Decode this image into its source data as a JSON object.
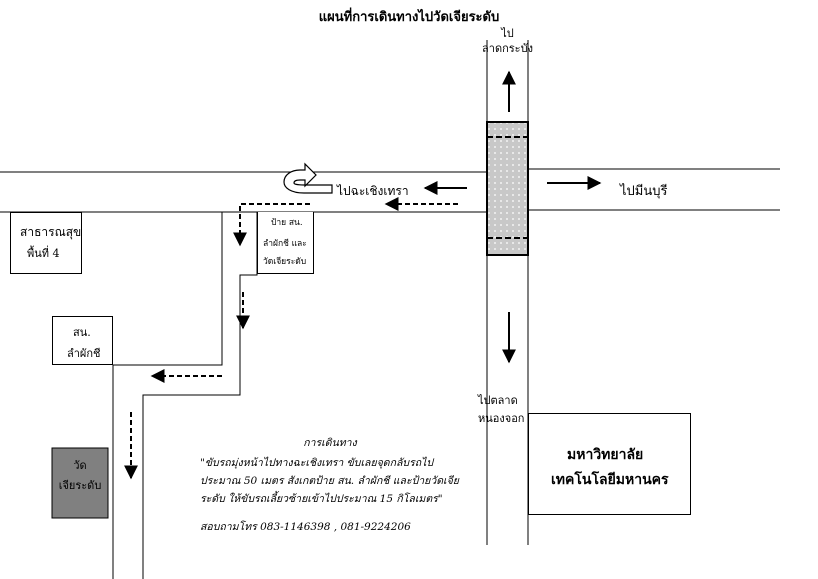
{
  "title": "แผนที่การเดินทางไปวัดเจียระดับ",
  "labels": {
    "to_north": [
      "ไป",
      "ลาดกระบัง"
    ],
    "to_east": "ไปมีนบุรี",
    "to_west": "ไปฉะเชิงเทรา",
    "to_south": [
      "ไปตลาด",
      "หนองจอก"
    ]
  },
  "places": {
    "health_center": [
      "สาธารณสุข",
      "พื้นที่ 4"
    ],
    "sign": [
      "ป้าย สน.",
      "ลำผักชี และ",
      "วัดเจียระดับ"
    ],
    "police_station": [
      "สน.",
      "ลำผักชี"
    ],
    "temple": [
      "วัด",
      "เจียระดับ"
    ],
    "university": [
      "มหาวิทยาลัย",
      "เทคโนโลยีมหานคร"
    ]
  },
  "directions": {
    "heading": "การเดินทาง",
    "lines": [
      "\"ขับรถมุ่งหน้าไปทางฉะเชิงเทรา ขับเลยจุดกลับรถไป",
      "ประมาณ 50 เมตร สังเกตป้าย สน. ลำผักชี และป้ายวัดเจีย",
      "ระดับ ให้ขับรถเลี้ยวซ้ายเข้าไปประมาณ 15 กิโลเมตร\""
    ],
    "contact": "สอบถามโทร 083-1146398 , 081-9224206"
  },
  "colors": {
    "road": "#000000",
    "temple_fill": "#808080",
    "intersection_fill": "#c8c8c8"
  },
  "icons": {
    "u_turn": "u-turn-arrow-icon"
  }
}
